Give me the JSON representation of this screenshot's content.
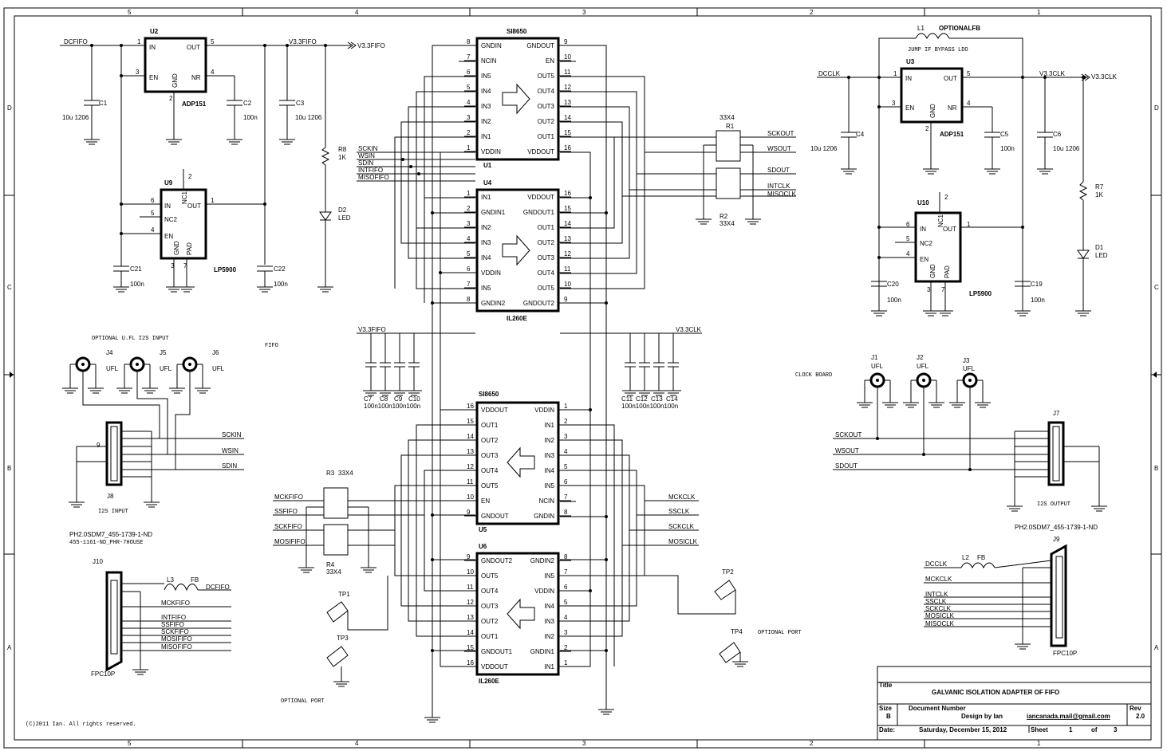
{
  "border": {
    "cols": [
      "5",
      "4",
      "3",
      "2",
      "1"
    ],
    "rows": [
      "D",
      "C",
      "B",
      "A"
    ]
  },
  "nets": {
    "dcfifo": "DCFIFO",
    "v33fifo": "V3.3FIFO",
    "v33fifo_port": "V3.3FIFO",
    "dcclk": "DCCLK",
    "v33clk": "V3.3CLK",
    "v33clk_port": "V3.3CLK",
    "sckin": "SCKIN",
    "wsin": "WSIN",
    "sdin": "SDIN",
    "intfifo": "INTFIFO",
    "misofifo": "MISOFIFO",
    "sckout": "SCKOUT",
    "wsout": "WSOUT",
    "sdout": "SDOUT",
    "intclk": "INTCLK",
    "misoclk": "MISOCLK",
    "mckfifo": "MCKFIFO",
    "ssfifo": "SSFIFO",
    "sckfifo": "SCKFIFO",
    "mosififo": "MOSIFIFO",
    "mckclk": "MCKCLK",
    "ssclk": "SSCLK",
    "sckclk": "SCKCLK",
    "mosiclk": "MOSICLK",
    "v33fifo_bus": "V3.3FIFO",
    "v33clk_bus": "V3.3CLK"
  },
  "parts": {
    "u2": {
      "ref": "U2",
      "value": "ADP151",
      "pins": [
        "IN",
        "EN",
        "GND",
        "OUT",
        "NR"
      ],
      "nums": [
        "1",
        "3",
        "2",
        "5",
        "4"
      ]
    },
    "u3": {
      "ref": "U3",
      "value": "ADP151",
      "pins": [
        "IN",
        "EN",
        "GND",
        "OUT",
        "NR"
      ],
      "nums": [
        "1",
        "3",
        "2",
        "5",
        "4"
      ]
    },
    "u9": {
      "ref": "U9",
      "value": "LP5900",
      "pins": [
        "IN",
        "NC2",
        "EN",
        "GND",
        "PAD",
        "OUT",
        "NC1"
      ],
      "nums": [
        "6",
        "5",
        "4",
        "3",
        "7",
        "1",
        "2"
      ]
    },
    "u10": {
      "ref": "U10",
      "value": "LP5900",
      "pins": [
        "IN",
        "NC2",
        "EN",
        "GND",
        "PAD",
        "OUT",
        "NC1"
      ],
      "nums": [
        "6",
        "5",
        "4",
        "3",
        "7",
        "1",
        "2"
      ]
    },
    "u1": {
      "ref": "U1",
      "value": "SI8650",
      "left": [
        [
          "8",
          "GNDIN"
        ],
        [
          "7",
          "NCIN"
        ],
        [
          "6",
          "IN5"
        ],
        [
          "5",
          "IN4"
        ],
        [
          "4",
          "IN3"
        ],
        [
          "3",
          "IN2"
        ],
        [
          "2",
          "IN1"
        ],
        [
          "1",
          "VDDIN"
        ]
      ],
      "right": [
        [
          "9",
          "GNDOUT"
        ],
        [
          "10",
          "EN"
        ],
        [
          "11",
          "OUT5"
        ],
        [
          "12",
          "OUT4"
        ],
        [
          "13",
          "OUT3"
        ],
        [
          "14",
          "OUT2"
        ],
        [
          "15",
          "OUT1"
        ],
        [
          "16",
          "VDDOUT"
        ]
      ]
    },
    "u4": {
      "ref": "U4",
      "value": "IL260E",
      "left": [
        [
          "1",
          "IN1"
        ],
        [
          "2",
          "GNDIN1"
        ],
        [
          "3",
          "IN2"
        ],
        [
          "4",
          "IN3"
        ],
        [
          "5",
          "IN4"
        ],
        [
          "6",
          "VDDIN"
        ],
        [
          "7",
          "IN5"
        ],
        [
          "8",
          "GNDIN2"
        ]
      ],
      "right": [
        [
          "16",
          "VDDOUT"
        ],
        [
          "15",
          "GNDOUT1"
        ],
        [
          "14",
          "OUT1"
        ],
        [
          "13",
          "OUT2"
        ],
        [
          "12",
          "OUT3"
        ],
        [
          "11",
          "OUT4"
        ],
        [
          "10",
          "OUT5"
        ],
        [
          "9",
          "GNDOUT2"
        ]
      ]
    },
    "u5": {
      "ref": "U5",
      "value": "SI8650",
      "left": [
        [
          "16",
          "VDDOUT"
        ],
        [
          "15",
          "OUT1"
        ],
        [
          "14",
          "OUT2"
        ],
        [
          "13",
          "OUT3"
        ],
        [
          "12",
          "OUT4"
        ],
        [
          "11",
          "OUT5"
        ],
        [
          "10",
          "EN"
        ],
        [
          "9",
          "GNDOUT"
        ]
      ],
      "right": [
        [
          "1",
          "VDDIN"
        ],
        [
          "2",
          "IN1"
        ],
        [
          "3",
          "IN2"
        ],
        [
          "4",
          "IN3"
        ],
        [
          "5",
          "IN4"
        ],
        [
          "6",
          "IN5"
        ],
        [
          "7",
          "NCIN"
        ],
        [
          "8",
          "GNDIN"
        ]
      ]
    },
    "u6": {
      "ref": "U6",
      "value": "IL260E",
      "left": [
        [
          "9",
          "GNDOUT2"
        ],
        [
          "10",
          "OUT5"
        ],
        [
          "11",
          "OUT4"
        ],
        [
          "12",
          "OUT3"
        ],
        [
          "13",
          "OUT2"
        ],
        [
          "14",
          "OUT1"
        ],
        [
          "15",
          "GNDOUT1"
        ],
        [
          "16",
          "VDDOUT"
        ]
      ],
      "right": [
        [
          "8",
          "GNDIN2"
        ],
        [
          "7",
          "IN5"
        ],
        [
          "6",
          "VDDIN"
        ],
        [
          "5",
          "IN4"
        ],
        [
          "4",
          "IN3"
        ],
        [
          "3",
          "IN2"
        ],
        [
          "2",
          "GNDIN1"
        ],
        [
          "1",
          "IN1"
        ]
      ]
    },
    "c1": {
      "ref": "C1",
      "value": "10u 1206"
    },
    "c2": {
      "ref": "C2",
      "value": "100n"
    },
    "c3": {
      "ref": "C3",
      "value": "10u 1206"
    },
    "c4": {
      "ref": "C4",
      "value": "10u 1206"
    },
    "c5": {
      "ref": "C5",
      "value": "100n"
    },
    "c6": {
      "ref": "C6",
      "value": "10u 1206"
    },
    "c21": {
      "ref": "C21",
      "value": "100n"
    },
    "c22": {
      "ref": "C22",
      "value": "100n"
    },
    "c20": {
      "ref": "C20",
      "value": "100n"
    },
    "c19": {
      "ref": "C19",
      "value": "100n"
    },
    "c7_10": {
      "refs": [
        "C7",
        "C8",
        "C9",
        "C10"
      ],
      "value": "100n100n100n100n"
    },
    "c11_14": {
      "refs": [
        "C11",
        "C12",
        "C13",
        "C14"
      ],
      "value": "100n100n100n100n"
    },
    "r8": {
      "ref": "R8",
      "value": "1K"
    },
    "r7": {
      "ref": "R7",
      "value": "1K"
    },
    "d2": {
      "ref": "D2",
      "value": "LED"
    },
    "d1": {
      "ref": "D1",
      "value": "LED"
    },
    "r1": {
      "ref": "R1",
      "value": "33X4"
    },
    "r2": {
      "ref": "R2",
      "value": "33X4"
    },
    "r3": {
      "ref": "R3",
      "value": "33X4"
    },
    "r4": {
      "ref": "R4",
      "value": "33X4"
    },
    "l1": {
      "ref": "L1",
      "value": "OPTIONALFB",
      "note": "JUMP IF BYPASS LDO"
    },
    "l2": {
      "ref": "L2",
      "value": "FB"
    },
    "l3": {
      "ref": "L3",
      "value": "FB"
    },
    "j4": {
      "ref": "J4",
      "value": "UFL"
    },
    "j5": {
      "ref": "J5",
      "value": "UFL"
    },
    "j6": {
      "ref": "J6",
      "value": "UFL"
    },
    "j1": {
      "ref": "J1",
      "value": "UFL"
    },
    "j2": {
      "ref": "J2",
      "value": "UFL"
    },
    "j3": {
      "ref": "J3",
      "value": "UFL"
    },
    "j8": {
      "ref": "J8",
      "value": "PH2.0SDM7_455-1739-1-ND",
      "mate": "455-1161-ND_PHR-7HOUSE",
      "label": "I2S INPUT"
    },
    "j7": {
      "ref": "J7",
      "value": "PH2.0SDM7_455-1739-1-ND",
      "label": "I2S OUTPUT"
    },
    "j10": {
      "ref": "J10",
      "value": "FPC10P"
    },
    "j9": {
      "ref": "J9",
      "value": "FPC10P"
    },
    "tp": [
      "TP1",
      "TP2",
      "TP3",
      "TP4"
    ]
  },
  "notes": {
    "optional_ufl": "OPTIONAL U.FL I2S INPUT",
    "fifo": "FIFO",
    "clock_board": "CLOCK BOARD",
    "optional_port_left": "OPTIONAL PORT",
    "optional_port_right": "OPTIONAL PORT",
    "copyright": "(C)2011 Ian.  All rights reserved."
  },
  "titleblock": {
    "title_label": "Title",
    "title": "GALVANIC ISOLATION ADAPTER OF FIFO",
    "size_label": "Size",
    "size": "B",
    "docnum_label": "Document Number",
    "designer": "Design by Ian",
    "email": "iancanada.mail@gmail.com",
    "rev_label": "Rev",
    "rev": "2.0",
    "date_label": "Date:",
    "date": "Saturday, December 15, 2012",
    "sheet_label": "Sheet",
    "sheet": "1",
    "of_label": "of",
    "sheets": "3"
  }
}
